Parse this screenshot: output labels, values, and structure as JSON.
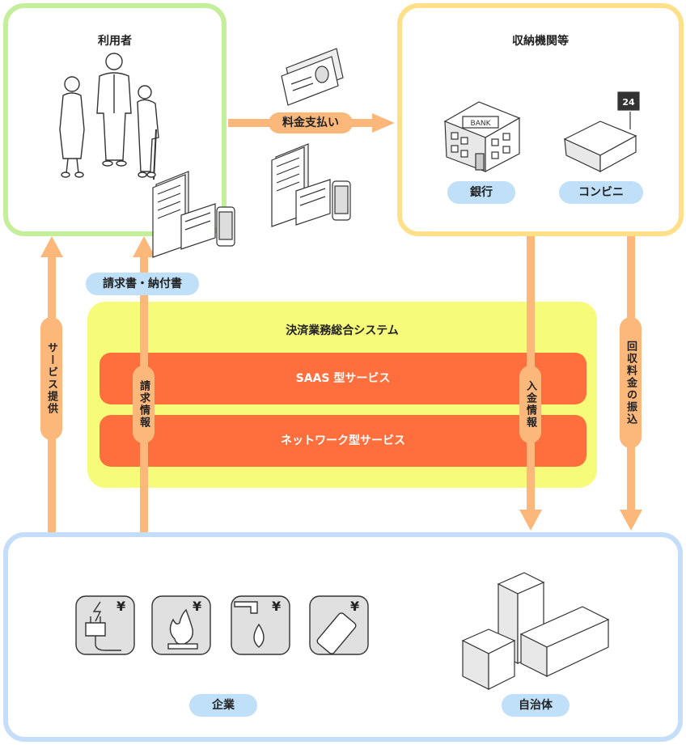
{
  "users": {
    "title": "利用者"
  },
  "institutions": {
    "title": "収納機関等",
    "bank_sign": "BANK",
    "store_sign": "24",
    "bank_label": "銀行",
    "conveni_label": "コンビニ"
  },
  "flows": {
    "payment": "料金支払い",
    "invoice_docs": "請求書・納付書",
    "service_provision": "サービス提供",
    "billing_info": "請求情報",
    "deposit_info": "入金情報",
    "collected_transfer": "回収料金の振込"
  },
  "system": {
    "title": "決済業務総合システム",
    "saas_service": "SAAS 型サービス",
    "network_service": "ネットワーク型サービス"
  },
  "bottom": {
    "company_label": "企業",
    "local_gov_label": "自治体",
    "yen_symbol": "¥"
  },
  "colors": {
    "users_border": "#c3ef9a",
    "inst_border": "#ffe08a",
    "biz_border": "#c4ddf9",
    "system_bg": "#f7fb7a",
    "service_bar": "#ff6f3d",
    "arrow": "#fcb77a",
    "pill": "#bfe0f8"
  }
}
